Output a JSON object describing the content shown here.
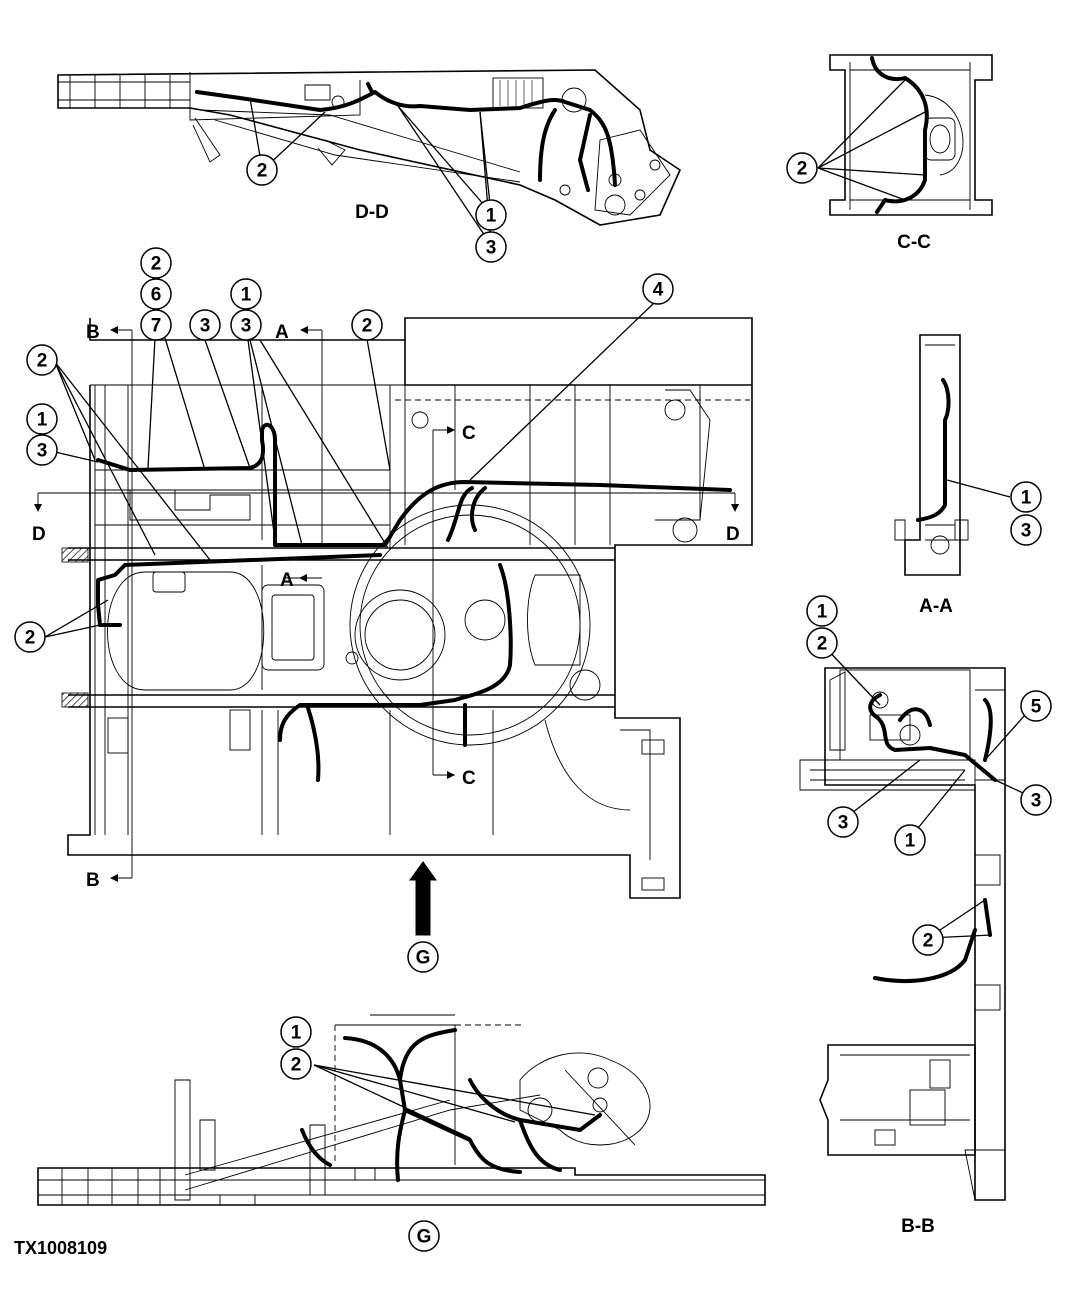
{
  "figure_id": "TX1008109",
  "views": {
    "dd": "D-D",
    "cc": "C-C",
    "aa": "A-A",
    "bb": "B-B",
    "g": "G"
  },
  "section_letters": {
    "b": "B",
    "a": "A",
    "c": "C",
    "d": "D"
  },
  "callouts": [
    {
      "id": "dd-2",
      "label": "2"
    },
    {
      "id": "dd-1",
      "label": "1"
    },
    {
      "id": "dd-3",
      "label": "3"
    },
    {
      "id": "cc-2",
      "label": "2"
    },
    {
      "id": "main-2a",
      "label": "2"
    },
    {
      "id": "main-6",
      "label": "6"
    },
    {
      "id": "main-7",
      "label": "7"
    },
    {
      "id": "main-3a",
      "label": "3"
    },
    {
      "id": "main-1a",
      "label": "1"
    },
    {
      "id": "main-3b",
      "label": "3"
    },
    {
      "id": "main-2b",
      "label": "2"
    },
    {
      "id": "main-4",
      "label": "4"
    },
    {
      "id": "main-2c",
      "label": "2"
    },
    {
      "id": "main-1b",
      "label": "1"
    },
    {
      "id": "main-3c",
      "label": "3"
    },
    {
      "id": "main-2d",
      "label": "2"
    },
    {
      "id": "main-g",
      "label": "G"
    },
    {
      "id": "aa-1",
      "label": "1"
    },
    {
      "id": "aa-3",
      "label": "3"
    },
    {
      "id": "bb-1a",
      "label": "1"
    },
    {
      "id": "bb-2a",
      "label": "2"
    },
    {
      "id": "bb-5",
      "label": "5"
    },
    {
      "id": "bb-3a",
      "label": "3"
    },
    {
      "id": "bb-3b",
      "label": "3"
    },
    {
      "id": "bb-1b",
      "label": "1"
    },
    {
      "id": "bb-2b",
      "label": "2"
    },
    {
      "id": "g-1",
      "label": "1"
    },
    {
      "id": "g-2",
      "label": "2"
    },
    {
      "id": "g-g",
      "label": "G"
    }
  ]
}
